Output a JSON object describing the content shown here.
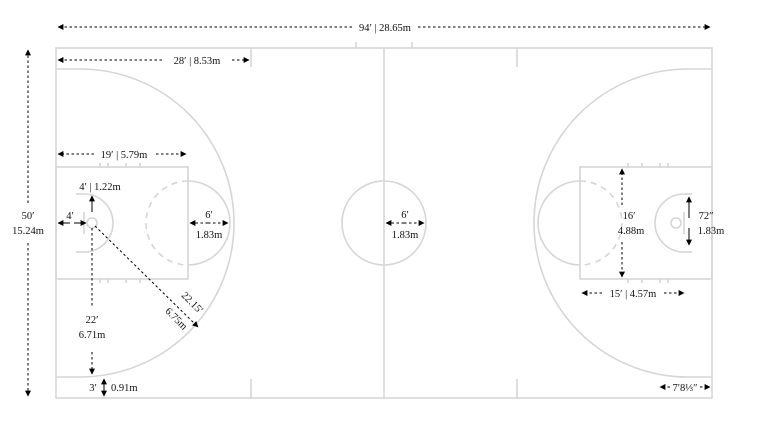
{
  "labels": {
    "total_length": "94′ | 28.65m",
    "three_pt_corner_depth": "28′ | 8.53m",
    "width_ft": "50′",
    "width_m": "15.24m",
    "ft_line_distance": "19′ | 5.79m",
    "backboard_distance": "4′ | 1.22m",
    "basket_offset": "4′",
    "ft_circle_ft": "6′",
    "ft_circle_m": "1.83m",
    "three_pt_radius_ft": "22.15′",
    "three_pt_radius_m": "6.75m",
    "corner_three_ft": "22′",
    "corner_three_m": "6.71m",
    "corner_gap_ft": "3′",
    "corner_gap_m": "0.91m",
    "center_circle_ft": "6′",
    "center_circle_m": "1.83m",
    "lane_width_ft": "16′",
    "lane_width_m": "4.88m",
    "backboard_width_ft": "72″",
    "backboard_width_m": "1.83m",
    "lane_length": "15′ | 4.57m",
    "restricted_arc": "7′8⅓″"
  }
}
